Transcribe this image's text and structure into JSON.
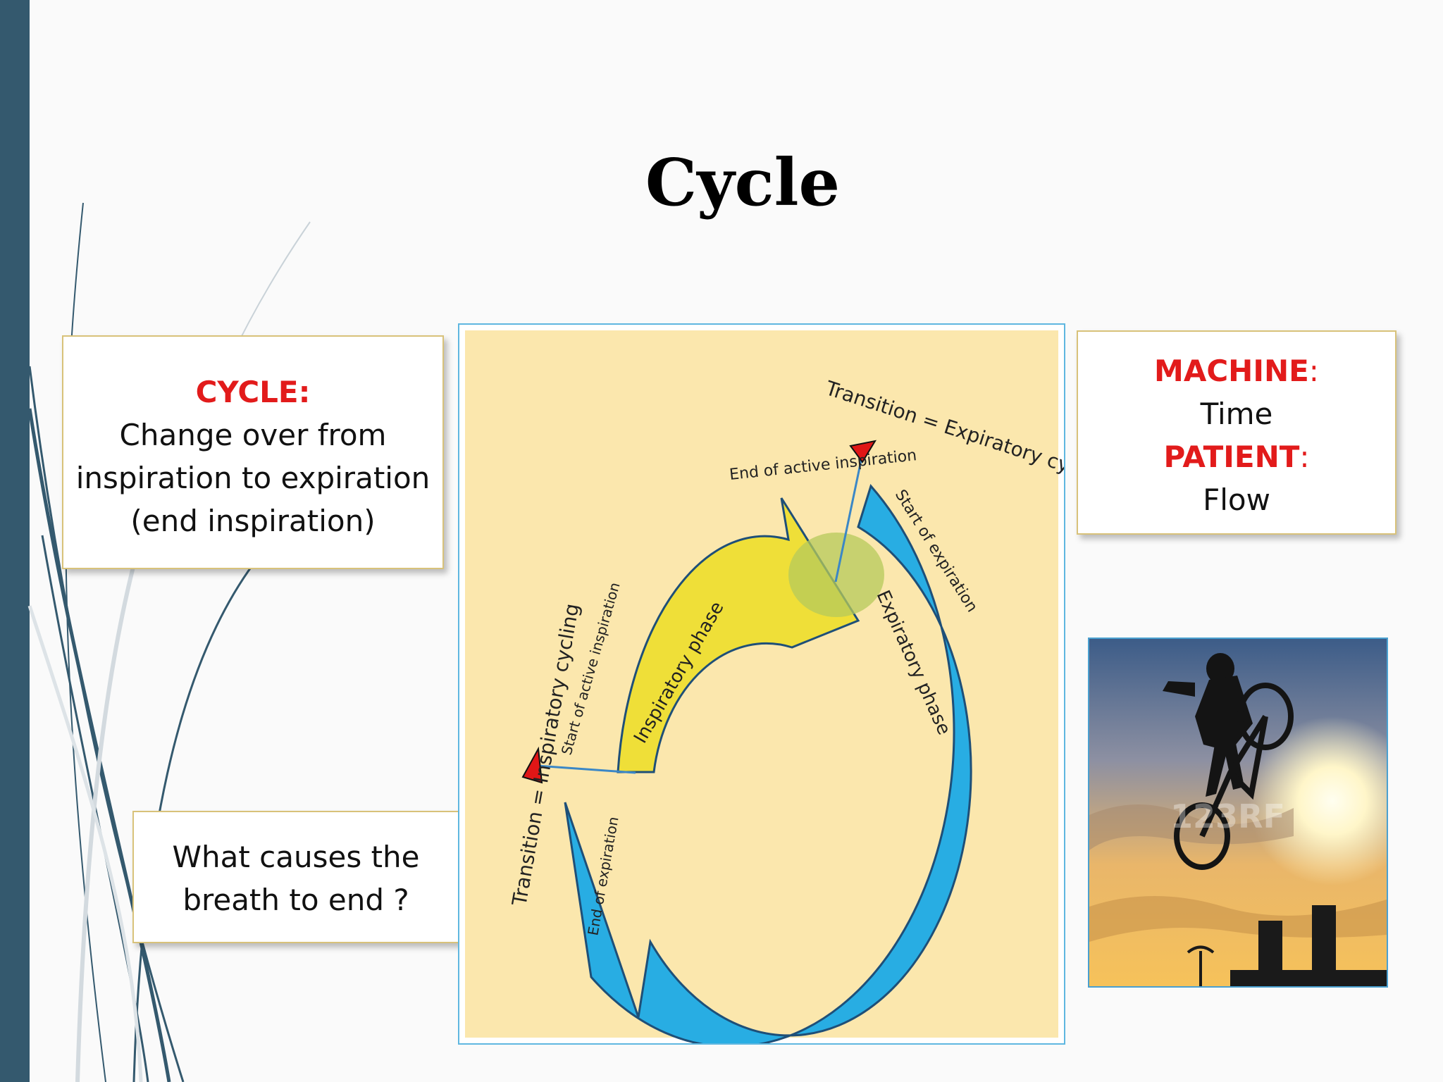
{
  "slide": {
    "title": "Cycle"
  },
  "cycle_box": {
    "heading": "CYCLE:",
    "lines": [
      "Change over from",
      "inspiration to expiration",
      "(end inspiration)"
    ]
  },
  "machine_box": {
    "machine_label": "MACHINE",
    "machine_value": "Time",
    "patient_label": "PATIENT",
    "patient_value": "Flow",
    "separator": ":"
  },
  "question_box": {
    "lines": [
      "What causes the",
      "breath to end ?"
    ]
  },
  "diagram": {
    "transition_expiratory": "Transition = Expiratory cycling",
    "end_active_inspiration": "End of active inspiration",
    "start_expiration": "Start of expiration",
    "expiratory_phase": "Expiratory phase",
    "inspiratory_phase": "Inspiratory phase",
    "transition_inspiratory": "Transition = Inspiratory cycling",
    "start_active_inspiration": "Start of active inspiration",
    "end_expiration": "End of expiration"
  },
  "photo": {
    "watermark": "123RF"
  },
  "colors": {
    "sidebar": "#34596e",
    "accent_red": "#e21b1b",
    "diagram_bg": "#fbe7ad",
    "inspiratory_arrow": "#efdf38",
    "expiratory_arrow": "#28ade3",
    "box_border": "#d8c27a"
  }
}
